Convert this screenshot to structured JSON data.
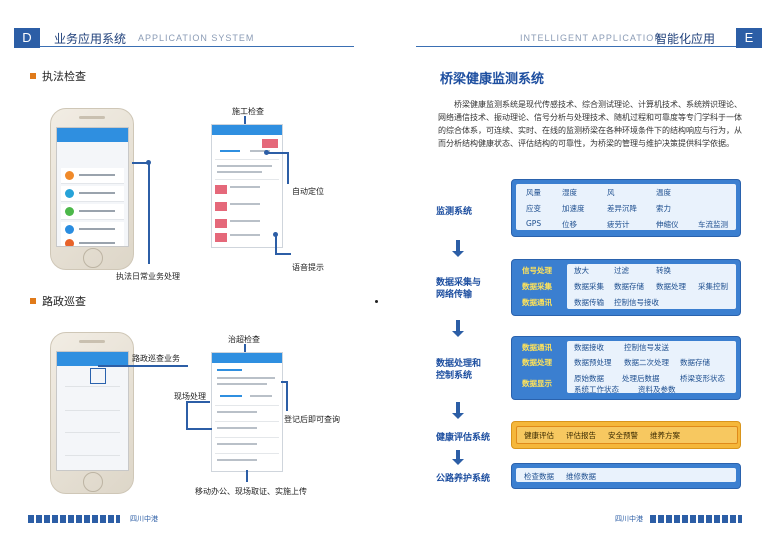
{
  "header": {
    "left_box": "D",
    "left_title": "业务应用系统",
    "left_en": "APPLICATION  SYSTEM",
    "right_en": "INTELLIGENT  APPLICATION",
    "right_title": "智能化应用",
    "right_box": "E"
  },
  "left": {
    "sec1": "执法检查",
    "sec2": "路政巡查",
    "cap_construction": "施工检查",
    "cap_autolocate": "自动定位",
    "cap_voice": "语音提示",
    "cap_daily": "执法日常业务处理",
    "cap_overload": "治超检查",
    "cap_patrol": "路政巡查业务",
    "cap_onsite": "现场处理",
    "cap_query": "登记后即可查询",
    "cap_mobile": "移动办公、现场取证、实施上传"
  },
  "right": {
    "title": "桥梁健康监测系统",
    "paragraph": "桥梁健康监测系统是现代传感技术、综合测试理论、计算机技术、系统辨识理论、网络通信技术、振动理论、信号分析与处理技术、随机过程和可靠度等专门学科于一体的综合体系，可连续、实时、在线的监测桥梁在各种环境条件下的结构响应与行为，从而分析结构健康状态、评估结构的可靠性，为桥梁的管理与维护决策提供科学依据。",
    "stage1": "监测系统",
    "stage2_a": "数据采集与",
    "stage2_b": "网络传输",
    "stage3_a": "数据处理和",
    "stage3_b": "控制系统",
    "stage4": "健康评估系统",
    "stage5": "公路养护系统",
    "monitor_rows": [
      [
        "风量",
        "湿度",
        "风",
        "温度"
      ],
      [
        "应变",
        "加速度",
        "差异沉降",
        "索力"
      ],
      [
        "GPS",
        "位移",
        "疲劳计",
        "伸缩仪",
        "车流监测"
      ]
    ],
    "acq_rows": [
      {
        "label": "信号处理",
        "items": [
          "放大",
          "过滤",
          "转换"
        ]
      },
      {
        "label": "数据采集",
        "items": [
          "数据采集",
          "数据存储",
          "数据处理",
          "采集控制"
        ]
      },
      {
        "label": "数据通讯",
        "items": [
          "数据传输",
          "控制信号接收"
        ]
      }
    ],
    "proc_rows": [
      {
        "label": "数据通讯",
        "items": [
          "数据接收",
          "控制信号发送"
        ]
      },
      {
        "label": "数据处理",
        "items": [
          "数据预处理",
          "数据二次处理",
          "数据存储"
        ]
      },
      {
        "label": "数据显示",
        "items": [
          "原始数据",
          "处理后数据",
          "桥梁变形状态"
        ]
      }
    ],
    "proc_row4": [
      "系统工作状态",
      "资料及参数"
    ],
    "eval_items": [
      "健康评估",
      "评估报告",
      "安全预警",
      "维养方案"
    ],
    "maint_items": [
      "检查数据",
      "维修数据"
    ]
  },
  "footer": {
    "left": "四川中港",
    "right": "四川中港"
  },
  "colors": {
    "accent": "#2c5ea6",
    "section_marker": "#e07a1a",
    "eval_block": "#f5b73a"
  }
}
